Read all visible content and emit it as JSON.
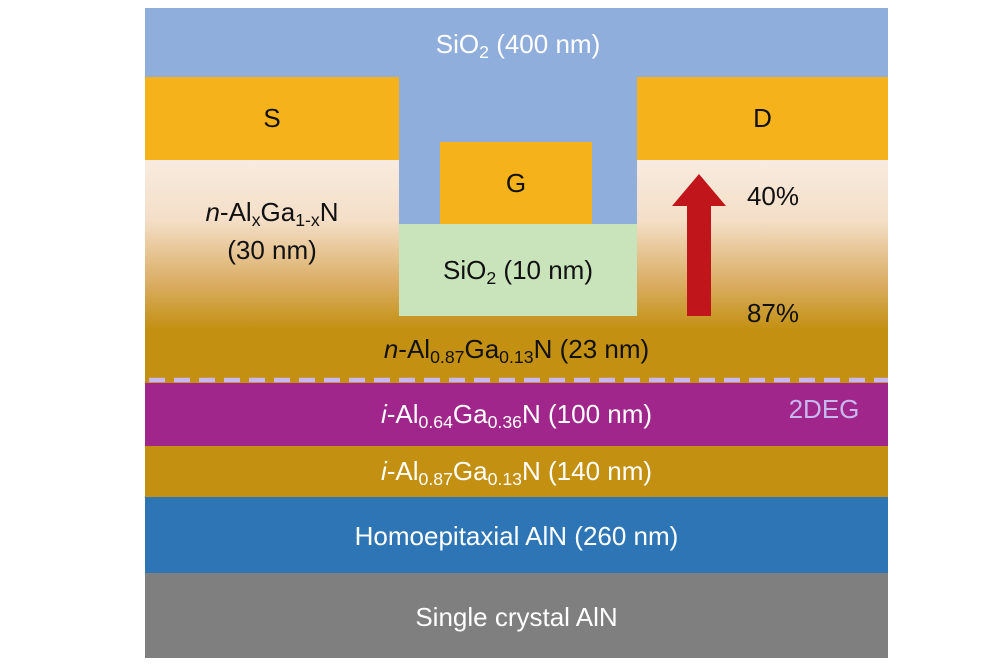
{
  "layers": {
    "sio2_cap": {
      "text": "(400 nm)",
      "formula": "SiO",
      "sub": "2",
      "color": "#8faedb"
    },
    "nalgan_top": {
      "prefix": "n",
      "el1": "-Al",
      "sub1": "x",
      "el2": "Ga",
      "sub2": "1-x",
      "el3": "N",
      "thickness": "(30 nm)",
      "gradient_top": "#f8ebdf",
      "gradient_bottom": "#c39012"
    },
    "nalgan_23": {
      "prefix": "n",
      "el1": "-Al",
      "sub1": "0.87",
      "el2": "Ga",
      "sub2": "0.13",
      "el3": "N",
      "thickness": "(23 nm)",
      "color": "#c39012"
    },
    "ialgan_100": {
      "prefix": "i",
      "el1": "-Al",
      "sub1": "0.64",
      "el2": "Ga",
      "sub2": "0.36",
      "el3": "N",
      "thickness": "(100 nm)",
      "color": "#a0268b"
    },
    "ialgan_140": {
      "prefix": "i",
      "el1": "-Al",
      "sub1": "0.87",
      "el2": "Ga",
      "sub2": "0.13",
      "el3": "N",
      "thickness": "(140 nm)",
      "color": "#c39012"
    },
    "homo_aln": {
      "text": "Homoepitaxial AlN (260 nm)",
      "color": "#2e75b6"
    },
    "single_aln": {
      "text": "Single crystal AlN",
      "color": "#7f7f7f"
    }
  },
  "electrodes": {
    "source": "S",
    "drain": "D",
    "gate": "G",
    "color": "#f5b21b"
  },
  "gate_oxide": {
    "formula": "SiO",
    "sub": "2",
    "text": "(10 nm)",
    "color": "#c9e3bb"
  },
  "arrow": {
    "top_label": "40%",
    "bottom_label": "87%",
    "color": "#c0161b"
  },
  "twodeg": {
    "label": "2DEG",
    "color": "#c9b8ee"
  }
}
